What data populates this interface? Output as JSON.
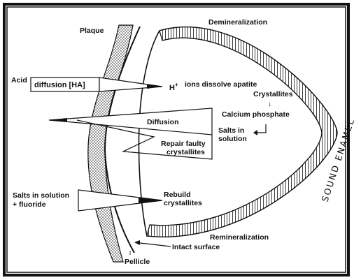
{
  "diagram": {
    "labels": {
      "plaque": "Plaque",
      "demineralization": "Demineralization",
      "acid": "Acid",
      "diffusion_ha": "diffusion [HA]",
      "h_ion": "H",
      "h_sup": "+",
      "dissolve": "ions dissolve apatite",
      "crystallites": "Crystallites",
      "arrow_down": "↓",
      "calcium_phosphate": "Calcium phosphate",
      "diffusion": "Diffusion",
      "salts_in": "Salts in",
      "solution": "solution",
      "repair_1": "Repair faulty",
      "repair_2": "crystallites",
      "salts_solution": "Salts in solution",
      "fluoride": "+ fluoride",
      "rebuild_1": "Rebuild",
      "rebuild_2": "crystallites",
      "remineralization": "Remineralization",
      "intact_surface": "Intact surface",
      "pellicle": "Pellicle",
      "sound_enamel": "SOUND ENAMEL"
    }
  }
}
